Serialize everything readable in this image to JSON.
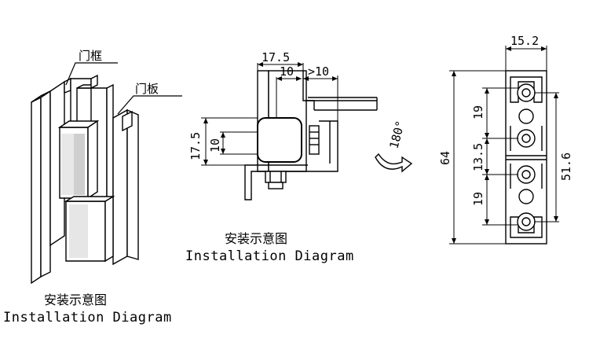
{
  "left_figure": {
    "label_frame": "门框",
    "label_panel": "门板",
    "caption_cn": "安装示意图",
    "caption_en": "Installation Diagram"
  },
  "middle_figure": {
    "dim_width_total": "17.5",
    "dim_width_inner": "10",
    "dim_width_right": ">10",
    "dim_height_total": "17.5",
    "dim_height_inner": "10",
    "rotation": "180°",
    "caption_cn": "安装示意图",
    "caption_en": "Installation Diagram"
  },
  "right_figure": {
    "dim_width": "15.2",
    "dim_total_height": "64",
    "dim_top_segment": "19",
    "dim_mid_segment": "13.5",
    "dim_bottom_segment": "19",
    "dim_hole_span": "51.6"
  }
}
